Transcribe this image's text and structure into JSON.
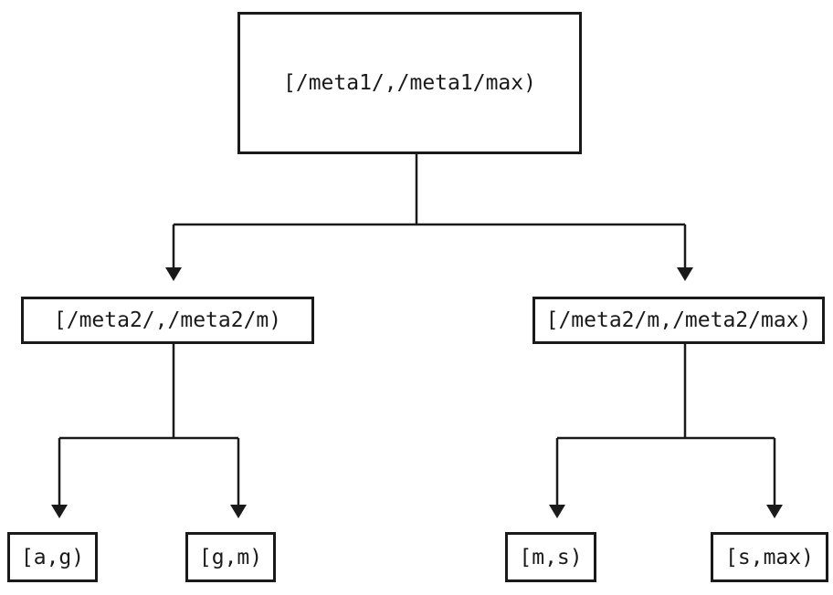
{
  "diagram": {
    "type": "tree",
    "background_color": "#ffffff",
    "line_color": "#1a1a1a",
    "text_color": "#1a1a1a",
    "nodes": {
      "root": {
        "label": "[/meta1/,/meta1/max)"
      },
      "level2_left": {
        "label": "[/meta2/,/meta2/m)"
      },
      "level2_right": {
        "label": "[/meta2/m,/meta2/max)"
      },
      "leaf_ag": {
        "label": "[a,g)"
      },
      "leaf_gm": {
        "label": "[g,m)"
      },
      "leaf_ms": {
        "label": "[m,s)"
      },
      "leaf_smax": {
        "label": "[s,max)"
      }
    },
    "edges": [
      {
        "from": "root",
        "to": "level2_left"
      },
      {
        "from": "root",
        "to": "level2_right"
      },
      {
        "from": "level2_left",
        "to": "leaf_ag"
      },
      {
        "from": "level2_left",
        "to": "leaf_gm"
      },
      {
        "from": "level2_right",
        "to": "leaf_ms"
      },
      {
        "from": "level2_right",
        "to": "leaf_smax"
      }
    ]
  }
}
